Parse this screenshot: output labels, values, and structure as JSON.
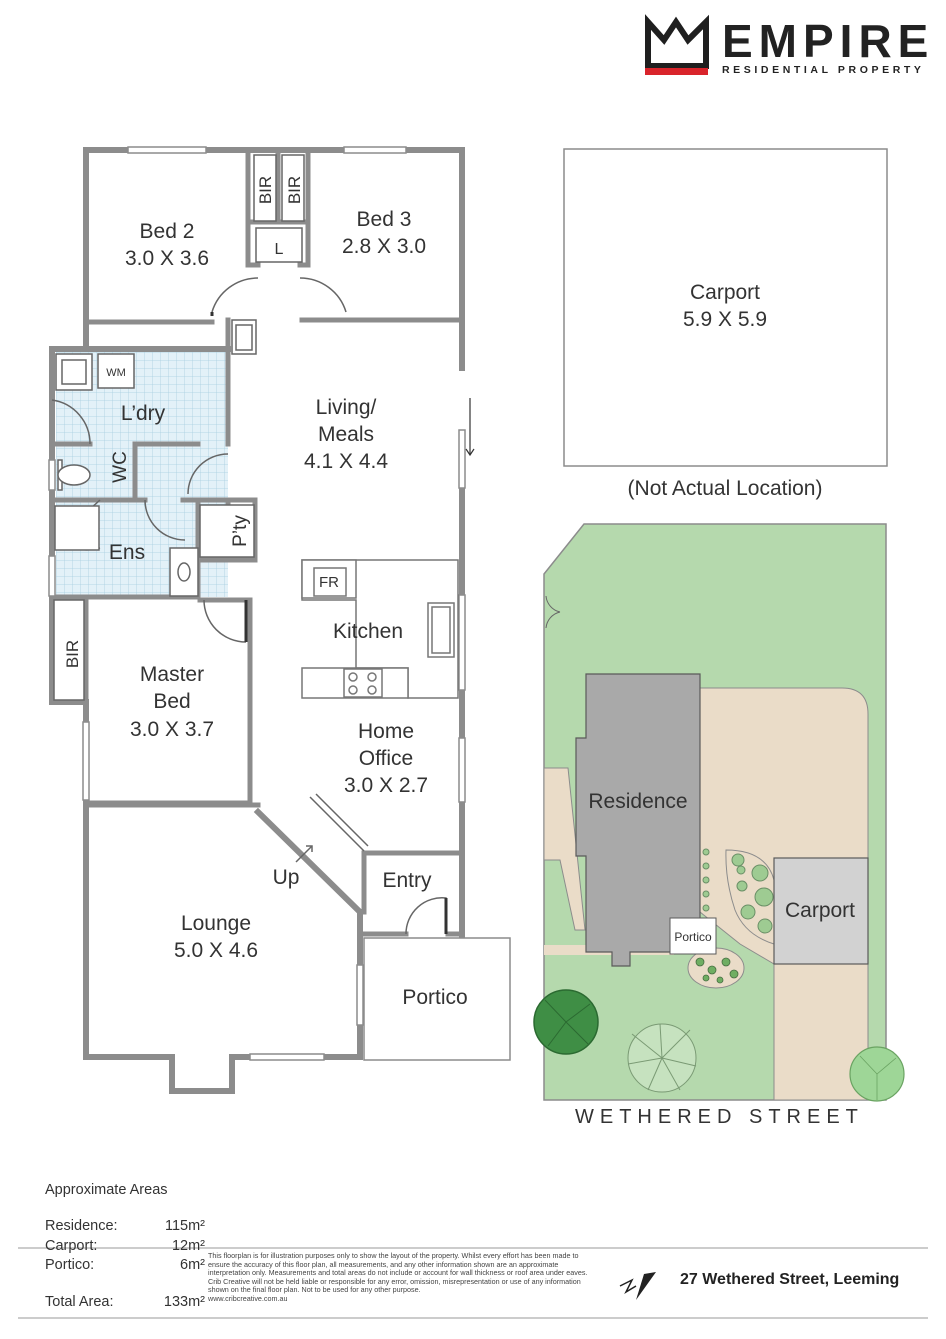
{
  "brand": {
    "name": "EMPIRE",
    "tagline": "RESIDENTIAL PROPERTY",
    "accent_color": "#d9242b"
  },
  "floorplan": {
    "rooms": {
      "bed2": {
        "name": "Bed 2",
        "size": "3.0 X 3.6"
      },
      "bed3": {
        "name": "Bed 3",
        "size": "2.8 X 3.0"
      },
      "bir_left": "BIR",
      "bir_right": "BIR",
      "linen": "L",
      "laundry": "L’dry",
      "wm": "WM",
      "wc": "WC",
      "living": {
        "name_line1": "Living/",
        "name_line2": "Meals",
        "size": "4.1 X 4.4"
      },
      "pantry": "P’ty",
      "ensuite": "Ens",
      "fridge": "FR",
      "kitchen": "Kitchen",
      "master_bir": "BIR",
      "master": {
        "name_line1": "Master",
        "name_line2": "Bed",
        "size": "3.0 X 3.7"
      },
      "office": {
        "name_line1": "Home",
        "name_line2": "Office",
        "size": "3.0 X 2.7"
      },
      "up": "Up",
      "entry": "Entry",
      "lounge": {
        "name": "Lounge",
        "size": "5.0 X 4.6"
      },
      "portico": "Portico"
    },
    "carport": {
      "name": "Carport",
      "size": "5.9 X 5.9",
      "note": "(Not Actual Location)"
    }
  },
  "siteplan": {
    "residence": "Residence",
    "carport": "Carport",
    "portico": "Portico",
    "street": "WETHERED STREET",
    "colors": {
      "lawn": "#b5d9ad",
      "paving": "#eadcc8",
      "building": "#a9a9a9",
      "carport": "#d2d2d2"
    }
  },
  "areas": {
    "heading": "Approximate Areas",
    "rows": [
      {
        "label": "Residence:",
        "value": "115m²"
      },
      {
        "label": "Carport:",
        "value": "12m²"
      },
      {
        "label": "Portico:",
        "value": "6m²"
      }
    ],
    "total": {
      "label": "Total Area:",
      "value": "133m²"
    }
  },
  "disclaimer": "This floorplan is for illustration purposes only to show the layout of the property. Whilst every effort has been made to ensure the accuracy of this floor plan, all measurements, and any other information shown are an approximate interpretation only. Measurements and total areas do not include or account for wall thickness or roof area under eaves. Crib Creative will not be held liable or responsible for any error, omission, misrepresentation or use of any information shown on the final floor plan. Not to be used for any other purpose.",
  "website": "www.cribcreative.com.au",
  "address": "27 Wethered Street, Leeming"
}
